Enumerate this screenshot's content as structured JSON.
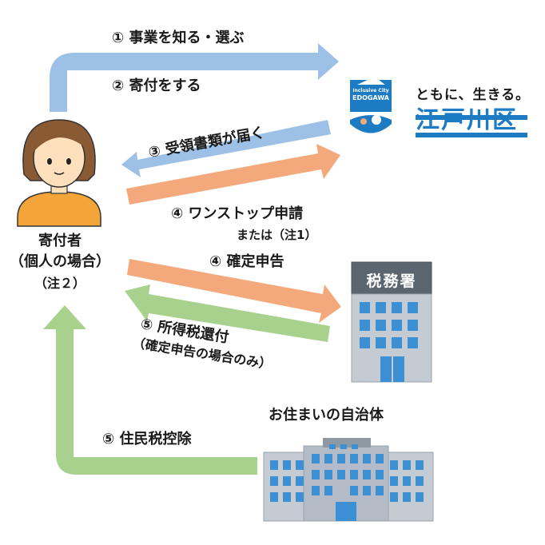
{
  "labels": {
    "step1": "① 事業を知る・選ぶ",
    "step2": "② 寄付をする",
    "step3": "③ 受領書類が届く",
    "step4a": "④ ワンストップ申請",
    "step4a_note": "または（注1）",
    "step4b": "④ 確定申告",
    "step5a": "⑤ 所得税還付",
    "step5a_note": "（確定申告の場合のみ）",
    "step5b": "⑤ 住民税控除",
    "donor_line1": "寄付者",
    "donor_line2": "（個人の場合）",
    "donor_line3": "（注２）",
    "municipality": "お住まいの自治体",
    "tax_office_sign": "税務署",
    "edogawa_slogan": "ともに、生きる。",
    "edogawa_name": "江戸川区",
    "logo_line1": "Inclusive City",
    "logo_line2": "EDOGAWA"
  },
  "colors": {
    "blue_arrow": "#9dc1e6",
    "orange_arrow": "#f3a97c",
    "green_arrow": "#a8d18d",
    "edogawa_blue": "#1d7bc4",
    "building_gray": "#c4cbd3",
    "window_blue": "#3d8fd4"
  },
  "icons": {
    "donor": "person-icon",
    "edogawa": "edogawa-shield-logo",
    "tax_office": "tax-office-building-icon",
    "municipality": "city-hall-building-icon"
  }
}
